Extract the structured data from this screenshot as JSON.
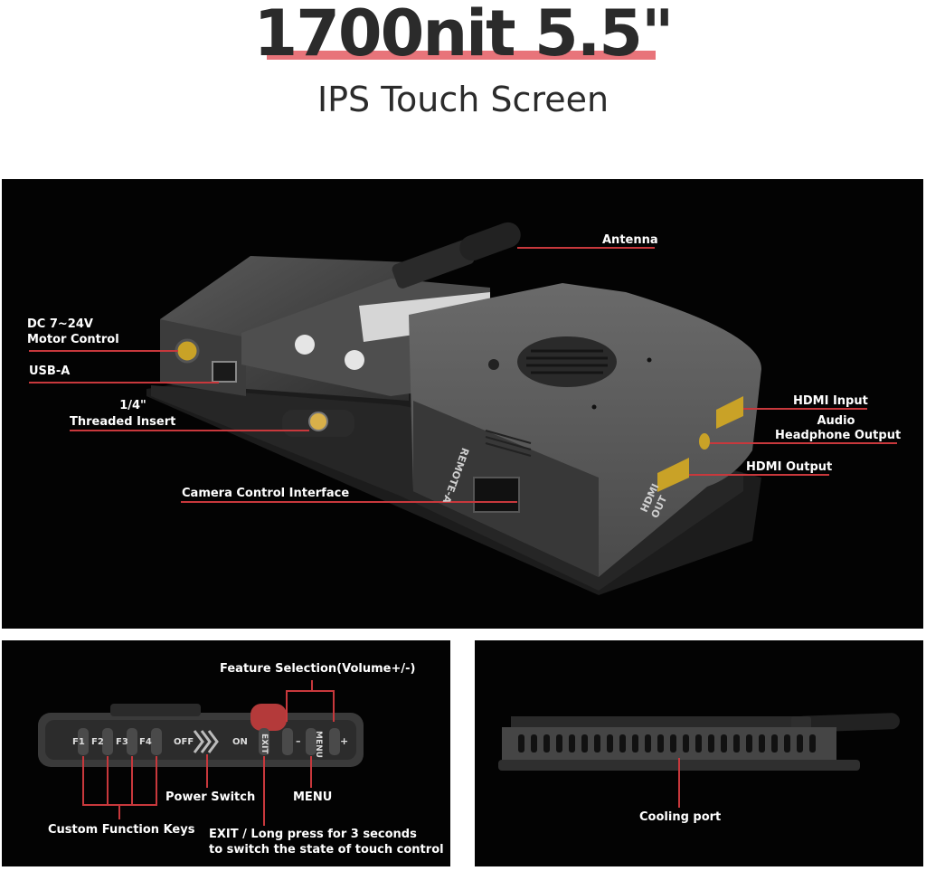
{
  "header": {
    "headline": "1700nit 5.5\"",
    "subheadline": "IPS Touch Screen"
  },
  "main_panel": {
    "callouts": {
      "antenna": "Antenna",
      "dc_line1": "DC 7~24V",
      "dc_line2": "Motor Control",
      "usb_a": "USB-A",
      "insert_line1": "1/4\"",
      "insert_line2": "Threaded Insert",
      "camera_control": "Camera Control Interface",
      "hdmi_input": "HDMI Input",
      "audio_line1": "Audio",
      "audio_line2": "Headphone Output",
      "hdmi_output": "HDMI Output"
    },
    "device_markings": {
      "remote_port": "REMOTE-A",
      "hdmi_out_1": "HDMI",
      "hdmi_out_2": "OUT"
    }
  },
  "keys_panel": {
    "callouts": {
      "feature_selection": "Feature Selection(Volume+/-)",
      "power_switch": "Power Switch",
      "menu": "MENU",
      "custom_keys": "Custom Function Keys",
      "exit_line1": "EXIT / Long press for 3 seconds",
      "exit_line2": "to switch the state of touch control"
    },
    "key_labels": [
      "F1",
      "F2",
      "F3",
      "F4",
      "OFF",
      "ON",
      "EXIT",
      "–",
      "MENU",
      "+"
    ]
  },
  "cooling_panel": {
    "callouts": {
      "cooling_port": "Cooling port"
    }
  },
  "colors": {
    "accent_red": "#e8747a",
    "leader_red": "#c8383c",
    "panel_bg": "#030303",
    "connector_gold": "#c9a227"
  }
}
